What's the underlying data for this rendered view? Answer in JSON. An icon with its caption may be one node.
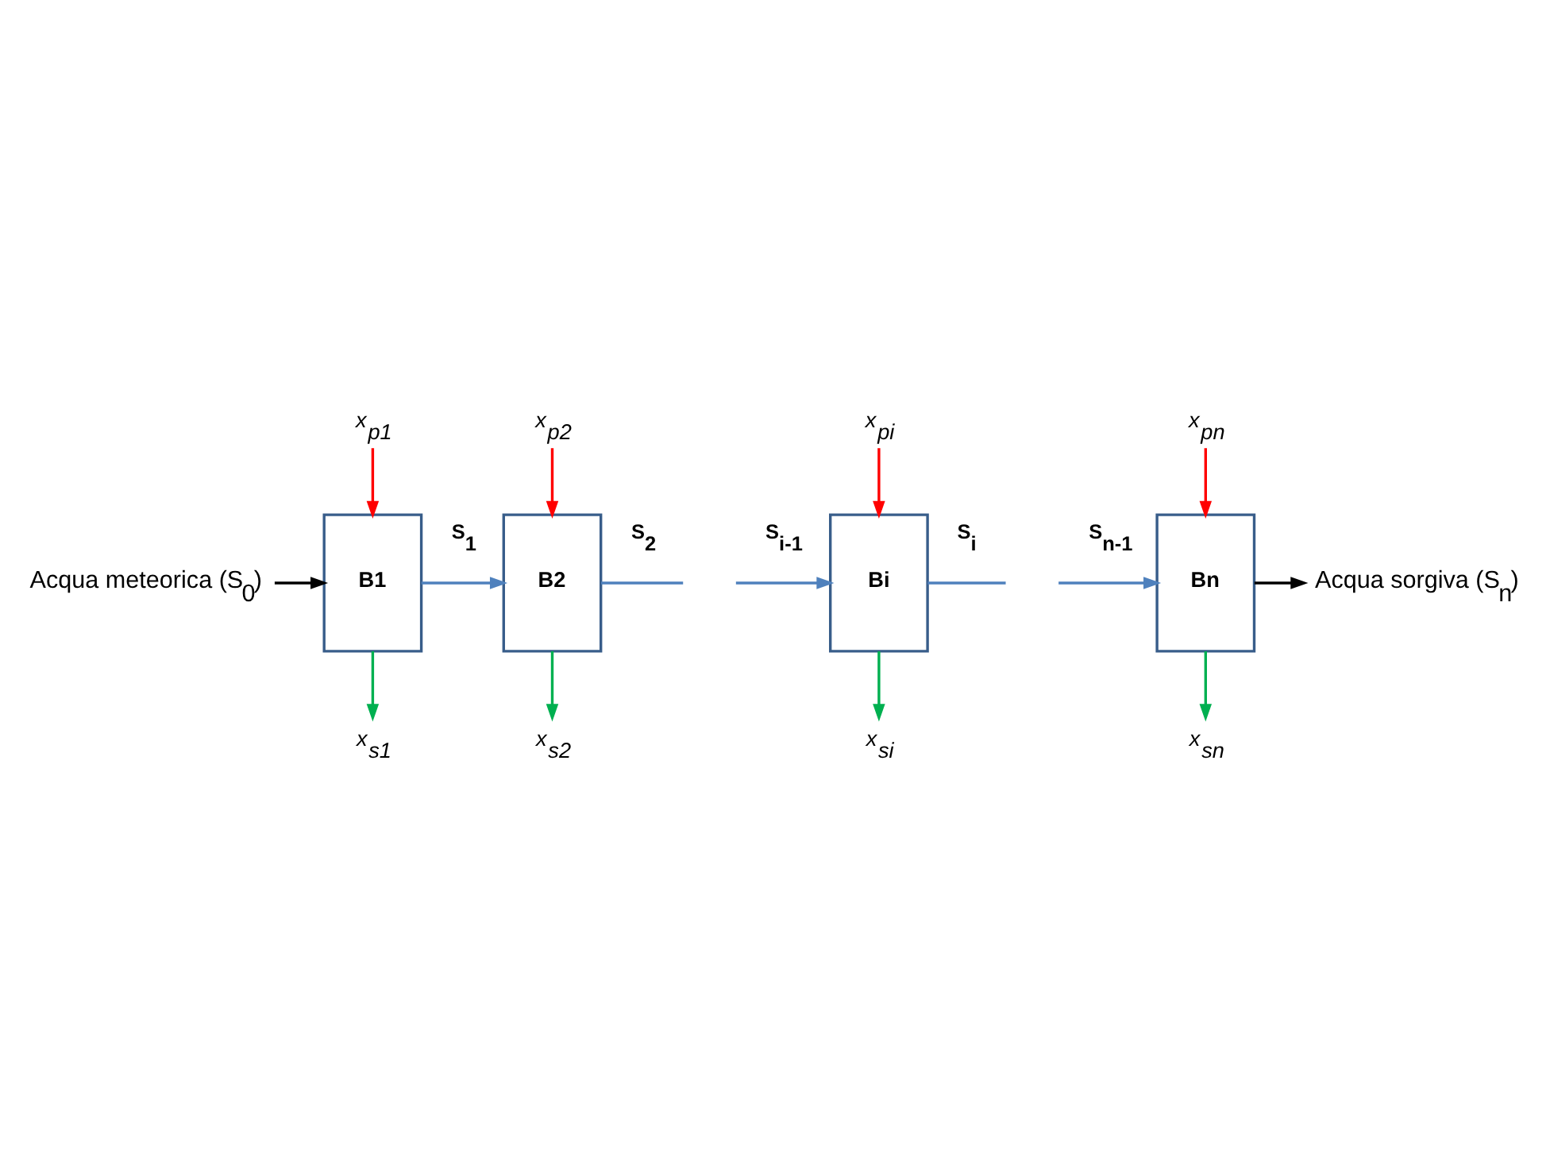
{
  "diagram": {
    "nodes": [
      {
        "text": [
          "Acqua meteorica (S$_{0}$)"
        ]
      },
      {
        "text": [
          "B1"
        ]
      },
      {
        "text": [
          "B2"
        ]
      },
      {
        "text": [
          "Bi"
        ]
      },
      {
        "text": [
          "Bn"
        ]
      },
      {
        "text": [
          "Acqua sorgiva (S$_{n}$)"
        ]
      },
      {
        "text": [
          "x$_{p1}$"
        ]
      },
      {
        "text": [
          "x$_{s1}$"
        ]
      },
      {
        "text": [
          "x$_{p2}$"
        ]
      },
      {
        "text": [
          "x$_{s2}$"
        ]
      },
      {
        "text": [
          "x$_{pi}$"
        ]
      },
      {
        "text": [
          "x$_{si}$"
        ]
      },
      {
        "text": [
          "x$_{pn}$"
        ]
      },
      {
        "text": [
          "x$_{sn}$"
        ]
      }
    ],
    "edges": [
      {
        "from": 0,
        "to": 1,
        "arrow": "to",
        "color": "#000000"
      },
      {
        "from": 1,
        "to": 2,
        "arrow": "to",
        "label": "S$_{1}$",
        "color": "#4f81bd"
      },
      {
        "from": 2,
        "to": null,
        "arrow": "none",
        "label": "S$_{2}$",
        "color": "#4f81bd"
      },
      {
        "from": null,
        "to": 3,
        "arrow": "to",
        "label": "S$_{i-1}$",
        "color": "#4f81bd"
      },
      {
        "from": 3,
        "to": null,
        "arrow": "none",
        "label": "S$_{i}$",
        "color": "#4f81bd"
      },
      {
        "from": null,
        "to": 4,
        "arrow": "to",
        "label": "S$_{n-1}$",
        "color": "#4f81bd"
      },
      {
        "from": 4,
        "to": 5,
        "arrow": "to",
        "color": "#000000"
      },
      {
        "from": 6,
        "to": 1,
        "arrow": "to",
        "color": "#ff0000"
      },
      {
        "from": 1,
        "to": 7,
        "arrow": "to",
        "color": "#00b050"
      },
      {
        "from": 8,
        "to": 2,
        "arrow": "to",
        "color": "#ff0000"
      },
      {
        "from": 2,
        "to": 9,
        "arrow": "to",
        "color": "#00b050"
      },
      {
        "from": 10,
        "to": 3,
        "arrow": "to",
        "color": "#ff0000"
      },
      {
        "from": 3,
        "to": 11,
        "arrow": "to",
        "color": "#00b050"
      },
      {
        "from": 12,
        "to": 4,
        "arrow": "to",
        "color": "#ff0000"
      },
      {
        "from": 4,
        "to": 13,
        "arrow": "to",
        "color": "#00b050"
      }
    ]
  }
}
